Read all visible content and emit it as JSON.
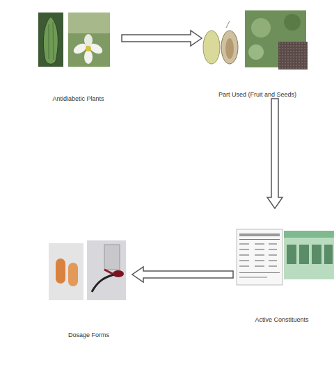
{
  "diagram": {
    "nodes": [
      {
        "text": [
          "Antidiabetic Plants"
        ]
      },
      {
        "text": [
          "Part Used (Fruit and Seeds)"
        ]
      },
      {
        "text": [
          "Active Constituents"
        ]
      },
      {
        "text": [
          "Dosage Forms"
        ]
      }
    ],
    "edges": [
      {
        "from": 0,
        "to": 1,
        "arrow": "to"
      },
      {
        "from": 1,
        "to": 2,
        "arrow": "to"
      },
      {
        "from": 2,
        "to": 3,
        "arrow": "to"
      }
    ]
  }
}
